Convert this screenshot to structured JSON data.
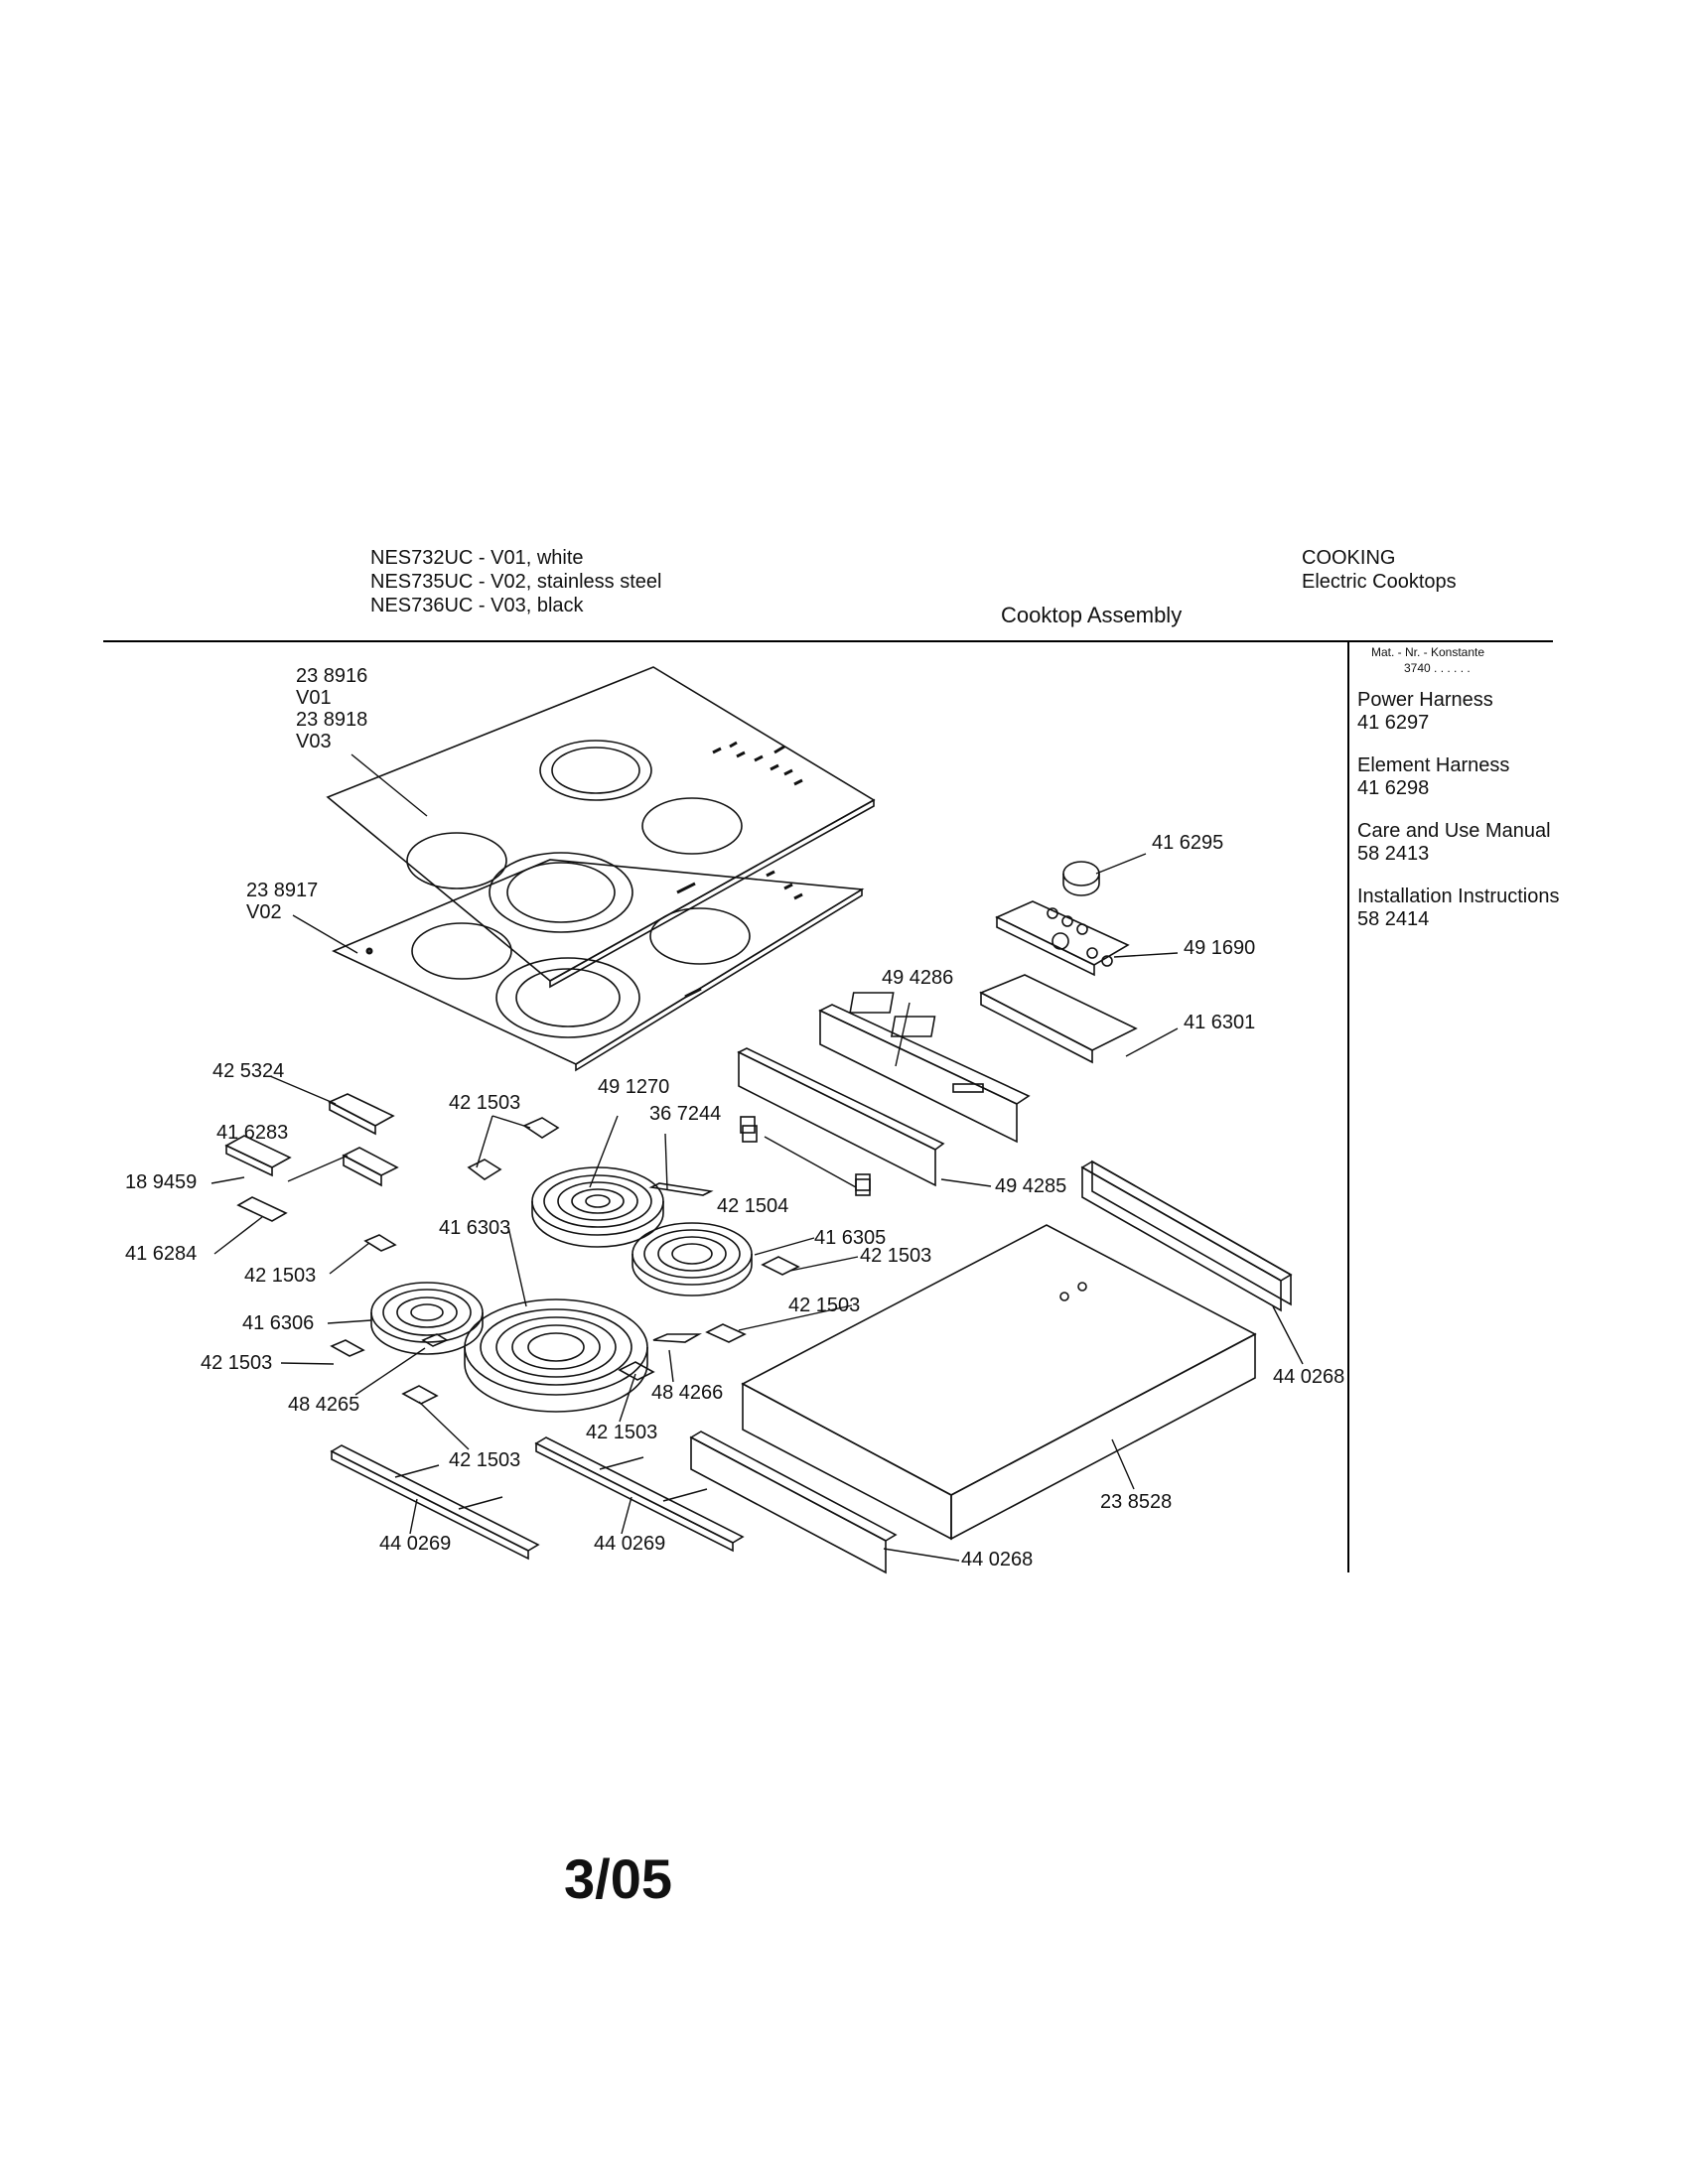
{
  "header": {
    "models": [
      "NES732UC - V01, white",
      "NES735UC - V02, stainless steel",
      "NES736UC - V03, black"
    ],
    "category": "COOKING",
    "subcategory": "Electric Cooktops",
    "title": "Cooktop Assembly"
  },
  "sidebar": {
    "mat_nr_label": "Mat. - Nr. - Konstante",
    "mat_nr_value": "3740 . .   . . . .",
    "items": [
      {
        "name": "Power Harness",
        "part": "41 6297"
      },
      {
        "name": "Element Harness",
        "part": "41 6298"
      },
      {
        "name": "Care and Use Manual",
        "part": "58 2413"
      },
      {
        "name": "Installation Instructions",
        "part": "58 2414"
      }
    ]
  },
  "callouts": {
    "glass_top_v01_v03": "23 8916\nV01\n23 8918\nV03",
    "glass_top_v02": "23 8917\nV02",
    "knob": "41 6295",
    "control_board": "49 1690",
    "rear_bracket": "49 4286",
    "board_bracket": "41 6301",
    "clip_425324": "42 5324",
    "clip_416283": "41 6283",
    "part_189459": "18 9459",
    "part_416284": "41 6284",
    "clip_top_a": "42 1503",
    "element_rear_left": "49 1270",
    "part_367244": "36 7244",
    "harness_494285": "49 4285",
    "clip_421504": "42 1504",
    "element_front_left_large": "41 6303",
    "element_rear_right": "41 6305",
    "clip_right_a": "42 1503",
    "clip_left_a": "42 1503",
    "element_left_small": "41 6306",
    "clip_right_b": "42 1503",
    "clip_left_b": "42 1503",
    "spacer_484265": "48 4265",
    "spacer_484266": "48 4266",
    "clip_bottom_a": "42 1503",
    "clip_bottom_b": "42 1503",
    "rail_left": "44 0269",
    "rail_right": "44 0269",
    "side_rail_right": "44 0268",
    "tray": "23 8528",
    "side_rail_front": "44 0268"
  },
  "page_number": "3/05"
}
